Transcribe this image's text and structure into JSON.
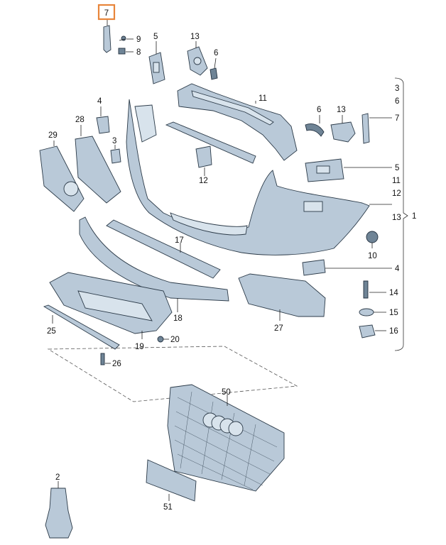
{
  "highlight_color": "#e8853a",
  "part_color": "#b9c9d8",
  "highlighted_label": "7",
  "labels": {
    "l7_top": "7",
    "l9": "9",
    "l8": "8",
    "l5_top": "5",
    "l13_top": "13",
    "l6_top": "6",
    "l4_left": "4",
    "l28": "28",
    "l29": "29",
    "l3_left": "3",
    "l11": "11",
    "l12": "12",
    "l6_mid": "6",
    "l13_mid": "13",
    "l17": "17",
    "l18": "18",
    "l10": "10",
    "l19": "19",
    "l20": "20",
    "l25": "25",
    "l26": "26",
    "l27": "27",
    "l50": "50",
    "l51": "51",
    "l2": "2",
    "l1": "1",
    "l14": "14",
    "l15": "15",
    "l16": "16",
    "l4_right": "4"
  },
  "bracket_list": [
    "3",
    "6",
    "7",
    "5",
    "11",
    "12",
    "13"
  ]
}
